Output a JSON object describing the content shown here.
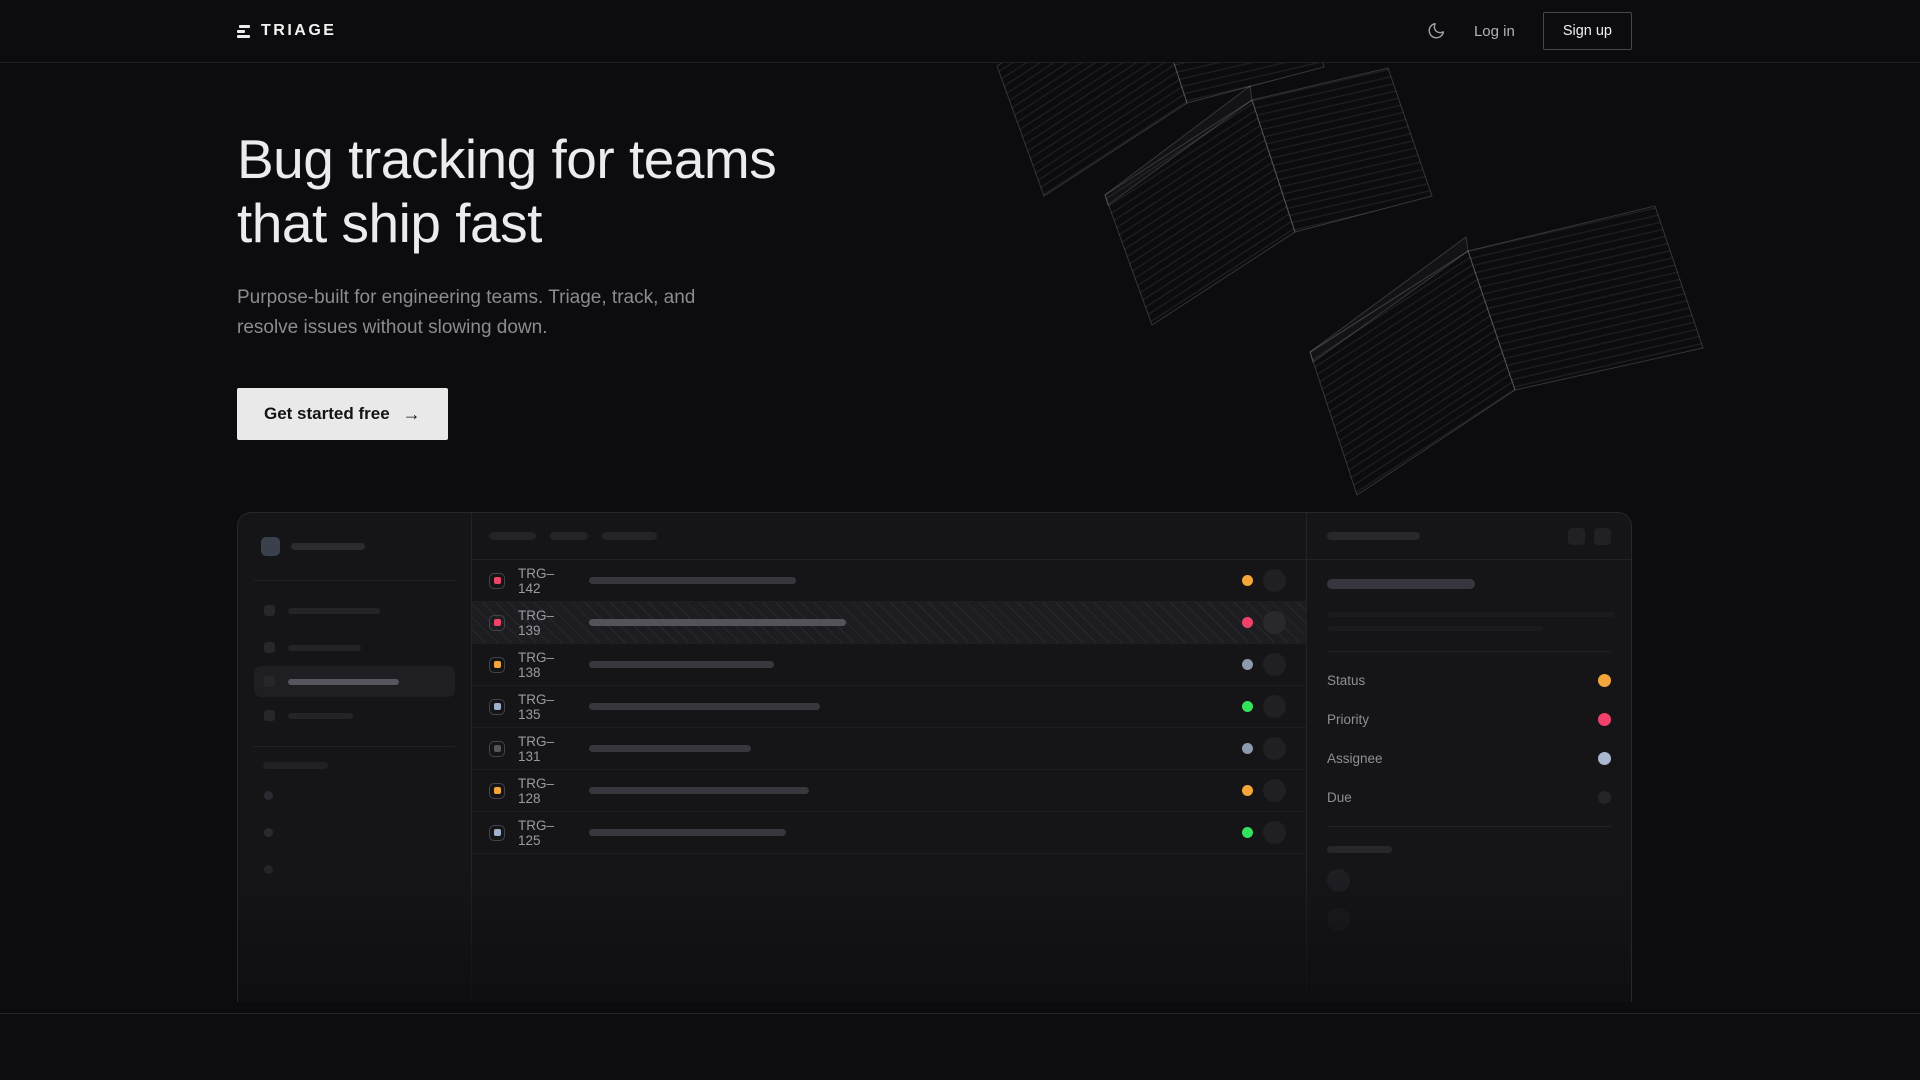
{
  "brand": {
    "name": "TRIAGE"
  },
  "nav": {
    "theme_toggle_icon": "moon-icon",
    "login_label": "Log in",
    "signup_label": "Sign up"
  },
  "hero": {
    "heading_line1": "Bug tracking for teams",
    "heading_line2": "that ship fast",
    "subtitle": "Purpose-built for engineering teams. Triage, track, and resolve issues without slowing down.",
    "cta_label": "Get started free",
    "cta_arrow": "→"
  },
  "mockup": {
    "issue_rows": [
      {
        "id": "TRG–142",
        "icon_color": "#ef4367",
        "status_color": "#f2a63b",
        "selected": false
      },
      {
        "id": "TRG–139",
        "icon_color": "#ef4367",
        "status_color": "#f0416b",
        "selected": true
      },
      {
        "id": "TRG–138",
        "icon_color": "#f2a63b",
        "status_color": "#8d99ad",
        "selected": false
      },
      {
        "id": "TRG–135",
        "icon_color": "#9fb2cc",
        "status_color": "#35e25d",
        "selected": false
      },
      {
        "id": "TRG–131",
        "icon_color": "#55555c",
        "status_color": "#8d99ad",
        "selected": false
      },
      {
        "id": "TRG–128",
        "icon_color": "#f2a63b",
        "status_color": "#f2a63b",
        "selected": false
      },
      {
        "id": "TRG–125",
        "icon_color": "#9fb2cc",
        "status_color": "#35e25d",
        "selected": false
      }
    ],
    "detail_fields": [
      {
        "label": "Status",
        "dot_color": "#f2a63b"
      },
      {
        "label": "Priority",
        "dot_color": "#f0416b"
      },
      {
        "label": "Assignee",
        "dot_color": "#a9b7d1"
      },
      {
        "label": "Due",
        "dot_color": "#242429"
      }
    ]
  },
  "colors": {
    "page_bg": "#0c0c0e",
    "card_bg": "#151518",
    "amber": "#f2a63b",
    "pink": "#f0416b",
    "green": "#35e25d",
    "slate": "#8d99ad",
    "cta_bg": "#e9e9ea",
    "heading": "#ececee",
    "muted_text": "#8b8b91"
  }
}
